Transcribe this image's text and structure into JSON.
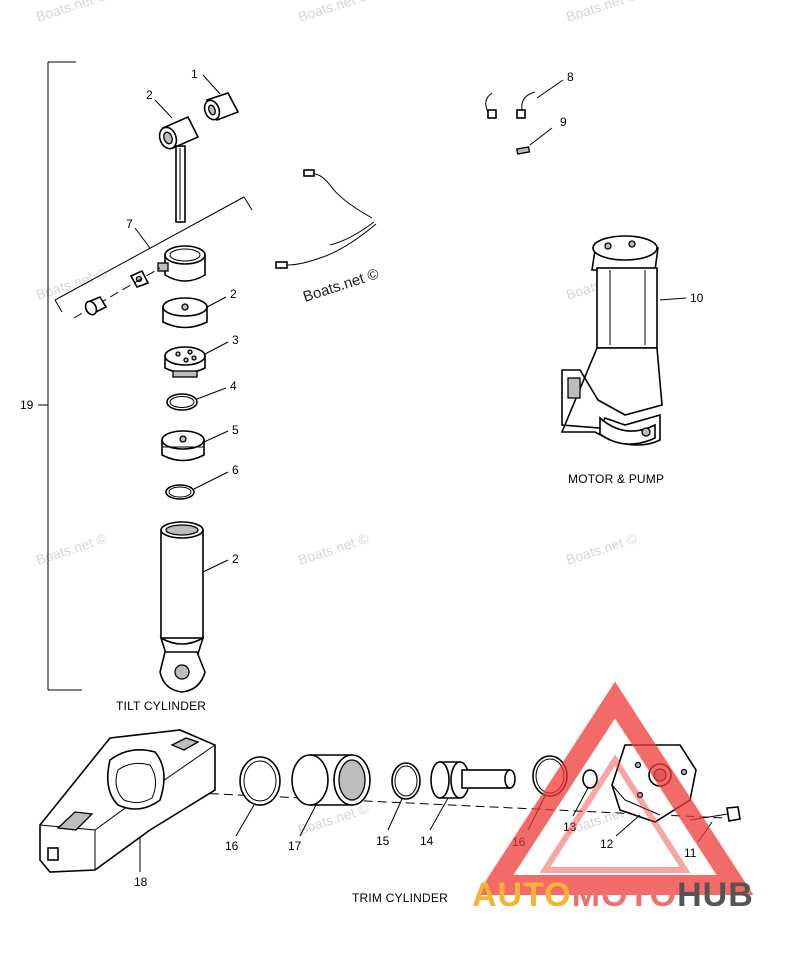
{
  "watermarks": {
    "site_text": "Boats.net ©",
    "brand_parts": [
      "AUTO",
      "MOTO",
      "HUB"
    ],
    "brand_colors": {
      "auto": "#f5b335",
      "moto": "#ef6f6c",
      "hub": "#555555",
      "triangle": "#ee3a36"
    }
  },
  "sections": {
    "motor_pump": "MOTOR & PUMP",
    "tilt_cylinder": "TILT CYLINDER",
    "trim_cylinder": "TRIM CYLINDER"
  },
  "callouts": {
    "c1": "1",
    "c2_top": "2",
    "c7": "7",
    "c2_cap": "2",
    "c3": "3",
    "c4": "4",
    "c5": "5",
    "c6": "6",
    "c2_tube": "2",
    "c19": "19",
    "c8": "8",
    "c9": "9",
    "c10": "10",
    "c16_left": "16",
    "c17": "17",
    "c15": "15",
    "c14": "14",
    "c16_right": "16",
    "c13": "13",
    "c12": "12",
    "c11": "11",
    "c18": "18"
  }
}
